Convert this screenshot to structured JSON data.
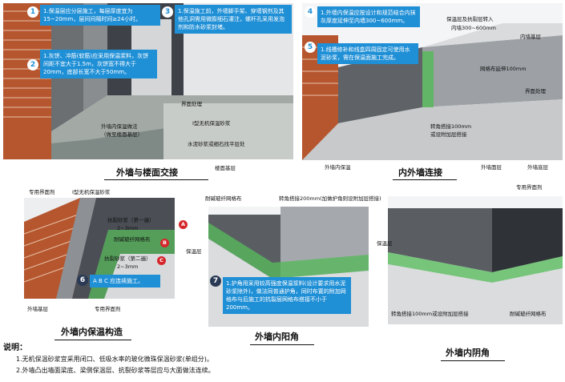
{
  "panel1": {
    "note1": {
      "num": "1",
      "text": "1.保温层应分层施工，每层厚度宜为15~20mm，层间间隔时间≥24小时。"
    },
    "note2": {
      "num": "2",
      "text": "1.灰饼、冲筋(软筋)应采用保温浆料，灰饼间距不宜大于1.5m，灰饼宽不得大于20mm，底部长宽不大于50mm。"
    },
    "note3": {
      "num": "3",
      "text": "1.保温施工前，外墙脚手架、穿墙钢剂及其他孔洞需用微膨细石灌注，螺杆孔采用发泡剂和防水砂浆封堵。"
    },
    "labels": {
      "interface": "界面处理",
      "mortar1": "I型无机保温砂浆",
      "floor_treat": "外墙内保温做法",
      "floor_treat2": "（做至楼面基层）",
      "slab": "水泥砂浆或细石找平层处",
      "base": "楼面基层"
    },
    "caption": "外墙与楼面交接"
  },
  "panel2": {
    "note4": {
      "num": "4",
      "text": "1.外墙内保温应按设计和规范结合内抹灰厚度延伸至内墙300~600mm。"
    },
    "note5": {
      "num": "5",
      "text": "1.线槽修补和线盒四周固定可使用水泥砂浆，需在保温面施工完成。"
    },
    "labels": {
      "extend": "保温层及抗裂层转入",
      "extend2": "内墙300~600mm",
      "inner_base": "内墙基层",
      "mesh_ext": "网格布延伸100mm",
      "interface": "界面处理",
      "corner": "转角搭接100mm",
      "corner2": "或设附加层搭接",
      "wall_ins": "外墙内保温",
      "wall_surface": "外墙面层",
      "wall_bottom": "外墙底层"
    },
    "caption": "内外墙连接"
  },
  "panel3": {
    "labels": {
      "interface": "专用界面剂",
      "mortar1": "I型无机保温砂浆",
      "crack1": "抗裂砂浆（第一遍）",
      "crack1_t": "2~3mm",
      "mesh": "耐碱玻纤网格布",
      "crack2": "抗裂砂浆（第二遍）",
      "crack2_t": "2~3mm",
      "base": "外墙基层",
      "interface2": "专用界面剂"
    },
    "note6": {
      "num": "6",
      "seq": "A B C",
      "text": "应连续施工。"
    },
    "markers": [
      "A",
      "B",
      "C"
    ],
    "caption": "外墙内保温构造"
  },
  "panel4": {
    "labels": {
      "mesh": "耐碱玻纤网格布",
      "corner": "转角搭接200mm(加做护角则设附加层搭接)",
      "ins": "保温层"
    },
    "note7": {
      "num": "7",
      "text": "1.护角用采用较高强度保温浆料(设计要求用水泥砂浆除外)，做法同普通护角，同时布置的附加网格布与后施工的抗裂层网格布搭接不小于200mm。"
    },
    "caption": "外墙内阳角"
  },
  "panel5": {
    "labels": {
      "interface": "专用界面剂",
      "ins": "保温层",
      "corner": "转角搭接100mm或设附加层搭接",
      "mesh": "耐碱玻纤网格布"
    },
    "caption": "外墙内阴角"
  },
  "notes": {
    "title": "说明：",
    "items": [
      "1.无机保温砂浆宜采用闭口、低吸水率的玻化微珠保温砂浆(单组分)。",
      "2.外墙凸出墙面梁底、梁侧保温层、抗裂砂浆等层应与大面做法连续。"
    ]
  },
  "colors": {
    "note_bg": "#1f8fd6",
    "mesh_green": "#58b85c",
    "brick": "#b5562f",
    "concrete": "#b9bcbe",
    "marker_red": "#d6262b"
  }
}
